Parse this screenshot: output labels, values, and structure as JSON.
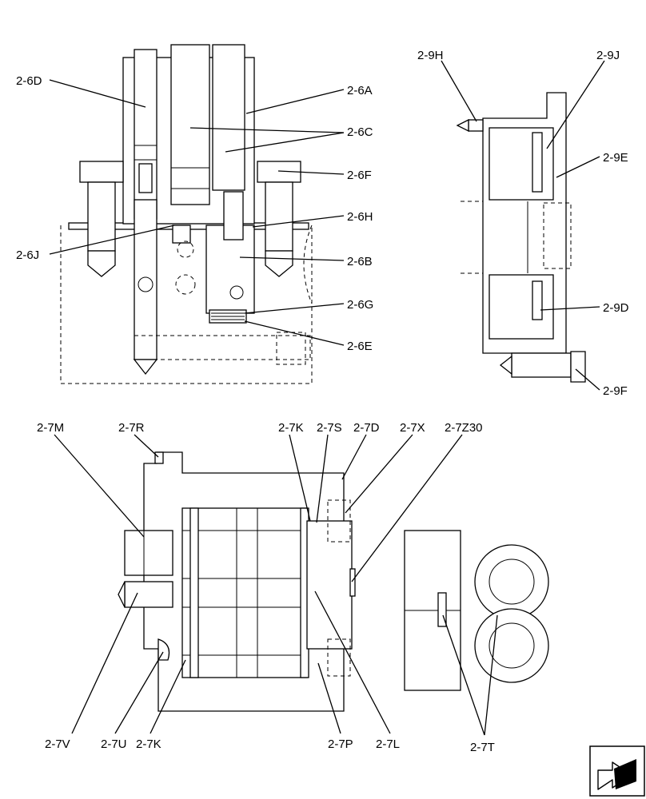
{
  "labels": {
    "a6D": "2-6D",
    "a6A": "2-6A",
    "a6C": "2-6C",
    "a6F": "2-6F",
    "a6H": "2-6H",
    "a6J": "2-6J",
    "a6B": "2-6B",
    "a6G": "2-6G",
    "a6E": "2-6E",
    "a9H": "2-9H",
    "a9J": "2-9J",
    "a9E": "2-9E",
    "a9D": "2-9D",
    "a9F": "2-9F",
    "a7M": "2-7M",
    "a7R": "2-7R",
    "a7K": "2-7K",
    "a7S": "2-7S",
    "a7D": "2-7D",
    "a7X": "2-7X",
    "a7Z30": "2-7Z30",
    "a7V": "2-7V",
    "a7U": "2-7U",
    "a7K2": "2-7K",
    "a7P": "2-7P",
    "a7L": "2-7L",
    "a7T": "2-7T"
  },
  "icons": {
    "nav": "arrow-navigation-icon"
  }
}
